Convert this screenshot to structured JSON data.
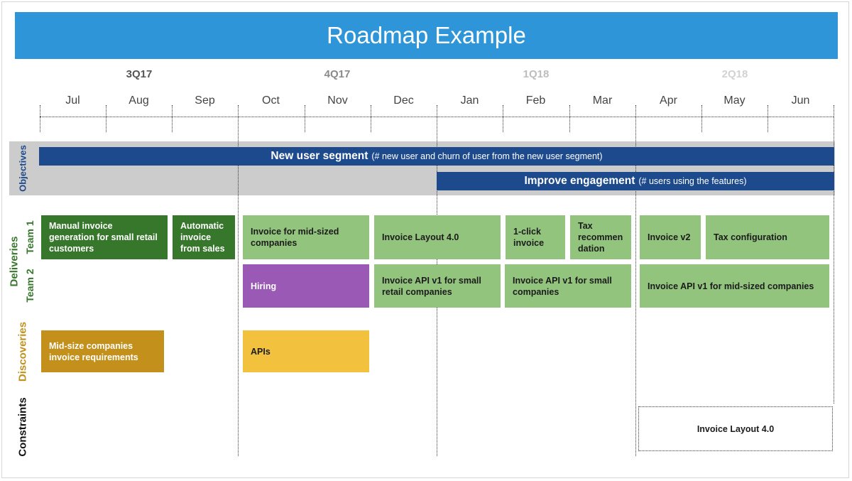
{
  "title": "Roadmap Example",
  "quarters": [
    {
      "label": "3Q17",
      "color": "#555555"
    },
    {
      "label": "4Q17",
      "color": "#8a8a8a"
    },
    {
      "label": "1Q18",
      "color": "#bdbdbd"
    },
    {
      "label": "2Q18",
      "color": "#d2d2d2"
    }
  ],
  "months": [
    "Jul",
    "Aug",
    "Sep",
    "Oct",
    "Nov",
    "Dec",
    "Jan",
    "Feb",
    "Mar",
    "Apr",
    "May",
    "Jun"
  ],
  "rows": {
    "objectives": {
      "label": "Objectives",
      "color": "#1c4a8c"
    },
    "deliveries": {
      "label": "Deliveries",
      "color": "#37772c"
    },
    "team1": {
      "label": "Team 1",
      "color": "#37772c"
    },
    "team2": {
      "label": "Team 2",
      "color": "#37772c"
    },
    "discoveries": {
      "label": "Discoveries",
      "color": "#c2901b"
    },
    "constraints": {
      "label": "Constraints",
      "color": "#111111"
    }
  },
  "objectives": [
    {
      "title": "New user segment",
      "note": "(# new user and churn of user from the new user segment)"
    },
    {
      "title": "Improve engagement",
      "note": "(# users using the features)"
    }
  ],
  "team1": [
    "Manual invoice generation  for small retail customers",
    "Automatic invoice from sales",
    "Invoice for mid-sized companies",
    "Invoice Layout 4.0",
    "1-click invoice",
    "Tax recommen dation",
    "Invoice v2",
    "Tax configuration"
  ],
  "team2": [
    "Hiring",
    "Invoice API v1 for small retail companies",
    "Invoice API v1 for small companies",
    "Invoice API v1 for mid-sized companies"
  ],
  "discoveries": [
    "Mid-size companies invoice requirements",
    "APIs"
  ],
  "constraints": [
    "Invoice Layout 4.0"
  ],
  "colors": {
    "title_bar": "#2e96d8",
    "objective_bar": "#1c4a8c",
    "dark_green": "#37772c",
    "light_green": "#92c47e",
    "purple": "#9b59b6",
    "gold": "#c2901b",
    "yellow": "#f2c23f",
    "objectives_band": "#cccccc"
  }
}
